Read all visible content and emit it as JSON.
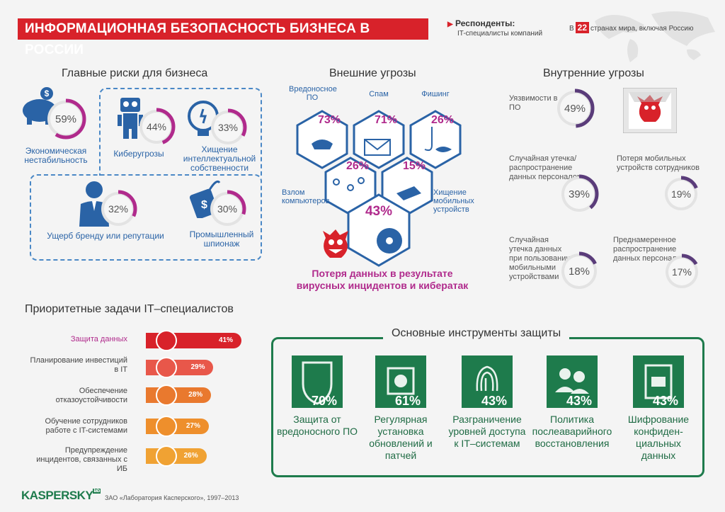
{
  "header": {
    "title": "ИНФОРМАЦИОННАЯ БЕЗОПАСНОСТЬ БИЗНЕСА В РОССИИ",
    "respondents_label": "Респонденты:",
    "respondents_value": "IT-специалисты компаний",
    "countries_prefix": "В",
    "countries_count": "22",
    "countries_suffix": "странах мира, включая Россию"
  },
  "risks": {
    "title": "Главные риски для бизнеса",
    "items": [
      {
        "label": "Экономическая нестабильность",
        "value": 59,
        "value_text": "59%",
        "icon": "piggy-bank-icon"
      },
      {
        "label": "Киберугрозы",
        "value": 44,
        "value_text": "44%",
        "icon": "robot-icon"
      },
      {
        "label": "Хищение интеллектуальной собственности",
        "value": 33,
        "value_text": "33%",
        "icon": "lightbulb-icon"
      },
      {
        "label": "Ущерб бренду или репутации",
        "value": 32,
        "value_text": "32%",
        "icon": "businessman-icon"
      },
      {
        "label": "Промышленный шпионаж",
        "value": 30,
        "value_text": "30%",
        "icon": "dollar-tag-icon"
      }
    ]
  },
  "external": {
    "title": "Внешние угрозы",
    "items": [
      {
        "label": "Вредоносное ПО",
        "value": 73,
        "value_text": "73%"
      },
      {
        "label": "Спам",
        "value": 71,
        "value_text": "71%"
      },
      {
        "label": "Фишинг",
        "value": 26,
        "value_text": "26%"
      },
      {
        "label": "Взлом компьютеров",
        "value": 26,
        "value_text": "26%"
      },
      {
        "label": "Хищение мобильных устройств",
        "value": 15,
        "value_text": "15%"
      },
      {
        "label": "Потеря данных в результате вирусных инцидентов и кибератак",
        "value": 43,
        "value_text": "43%"
      }
    ]
  },
  "internal": {
    "title": "Внутренние угрозы",
    "items": [
      {
        "label": "Уязвимости в ПО",
        "value": 49,
        "value_text": "49%"
      },
      {
        "label": "Случайная утечка/ распространение данных персоналом",
        "value": 39,
        "value_text": "39%"
      },
      {
        "label": "Потеря мобильных устройств сотрудников",
        "value": 19,
        "value_text": "19%"
      },
      {
        "label": "Случайная утечка данных при пользовании мобильными устройствами",
        "value": 18,
        "value_text": "18%"
      },
      {
        "label": "Преднамеренное распространение данных персоналом",
        "value": 17,
        "value_text": "17%"
      }
    ]
  },
  "tasks": {
    "title": "Приоритетные задачи IT–специалистов",
    "items": [
      {
        "label": "Защита данных",
        "value": 41,
        "value_text": "41%",
        "color": "#d8222a"
      },
      {
        "label": "Планирование инвестиций в IT",
        "value": 29,
        "value_text": "29%",
        "color": "#e8574a"
      },
      {
        "label": "Обеспечение отказоустойчивости",
        "value": 28,
        "value_text": "28%",
        "color": "#e9792e"
      },
      {
        "label": "Обучение сотрудников работе с IT-системами",
        "value": 27,
        "value_text": "27%",
        "color": "#ee8f2c"
      },
      {
        "label": "Предупреждение инцидентов, связанных с ИБ",
        "value": 26,
        "value_text": "26%",
        "color": "#f0a233"
      }
    ]
  },
  "tools": {
    "title": "Основные инструменты защиты",
    "items": [
      {
        "label": "Защита от вредоносного ПО",
        "value": 70,
        "value_text": "70%",
        "icon": "shield-icon"
      },
      {
        "label": "Регулярная установка обновлений и патчей",
        "value": 61,
        "value_text": "61%",
        "icon": "chip-clock-icon"
      },
      {
        "label": "Разграничение уровней доступа к IT–системам",
        "value": 43,
        "value_text": "43%",
        "icon": "fingerprint-icon"
      },
      {
        "label": "Политика послеаварийного восстановления",
        "value": 43,
        "value_text": "43%",
        "icon": "users-icon"
      },
      {
        "label": "Шифрование конфиден-циальных данных",
        "value": 43,
        "value_text": "43%",
        "icon": "lock-document-icon"
      }
    ]
  },
  "footer": {
    "logo": "KASPERSKY",
    "logo_lab": "lab",
    "copyright": "ЗАО «Лаборатория Касперского», 1997–2013"
  },
  "colors": {
    "red": "#d8222a",
    "magenta": "#b02a8c",
    "purple": "#5a3c7a",
    "green": "#1e7b4c",
    "blue": "#2a63a6"
  }
}
